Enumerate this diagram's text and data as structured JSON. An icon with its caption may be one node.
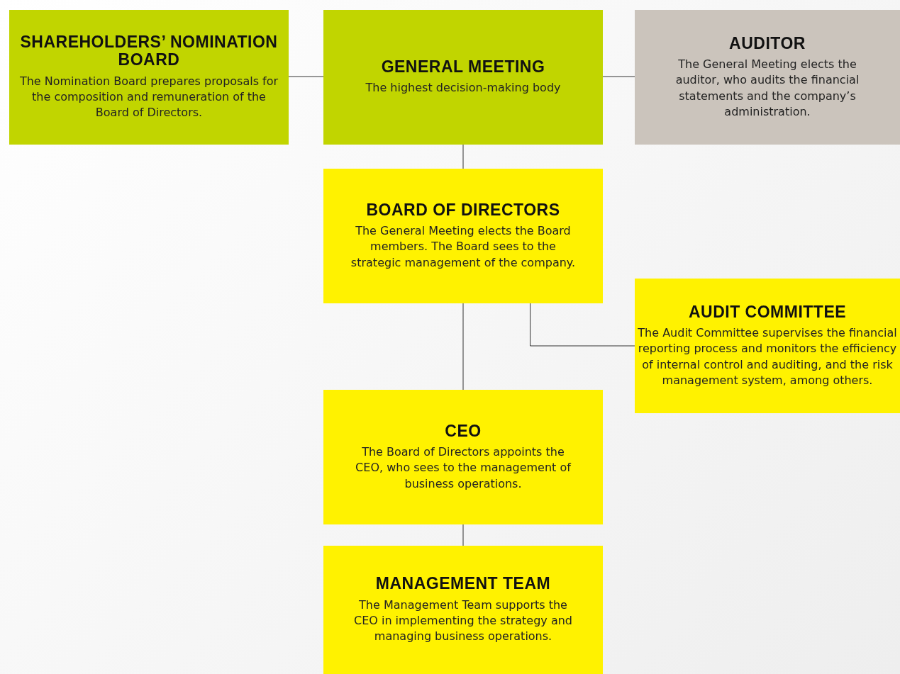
{
  "diagram": {
    "nodes": [
      {
        "text": [
          "SHAREHOLDERS’ NOMINATION BOARD",
          "The Nomination Board prepares proposals for the composition and remuneration of the Board of Directors."
        ]
      },
      {
        "text": [
          "GENERAL MEETING",
          "The highest decision-making body"
        ]
      },
      {
        "text": [
          "AUDITOR",
          "The General Meeting elects the auditor, who audits the financial statements and the company’s administration."
        ]
      },
      {
        "text": [
          "BOARD OF DIRECTORS",
          "The General Meeting elects the Board members. The Board sees to the strategic management of the company."
        ]
      },
      {
        "text": [
          "AUDIT COMMITTEE",
          "The Audit Committee supervises the financial reporting process and monitors the efficiency of internal control and auditing, and the risk management system, among others."
        ]
      },
      {
        "text": [
          "CEO",
          "The Board of Directors appoints the CEO, who sees to the management of business operations."
        ]
      },
      {
        "text": [
          "MANAGEMENT TEAM",
          "The Management Team supports the CEO in implementing the strategy and managing business operations."
        ]
      }
    ],
    "edges": [
      {
        "from": 0,
        "to": 1,
        "arrow": "none"
      },
      {
        "from": 1,
        "to": 2,
        "arrow": "none"
      },
      {
        "from": 1,
        "to": 3,
        "arrow": "none"
      },
      {
        "from": 3,
        "to": 5,
        "arrow": "none"
      },
      {
        "from": 3,
        "to": 4,
        "arrow": "none"
      },
      {
        "from": 5,
        "to": 6,
        "arrow": "none"
      }
    ]
  }
}
